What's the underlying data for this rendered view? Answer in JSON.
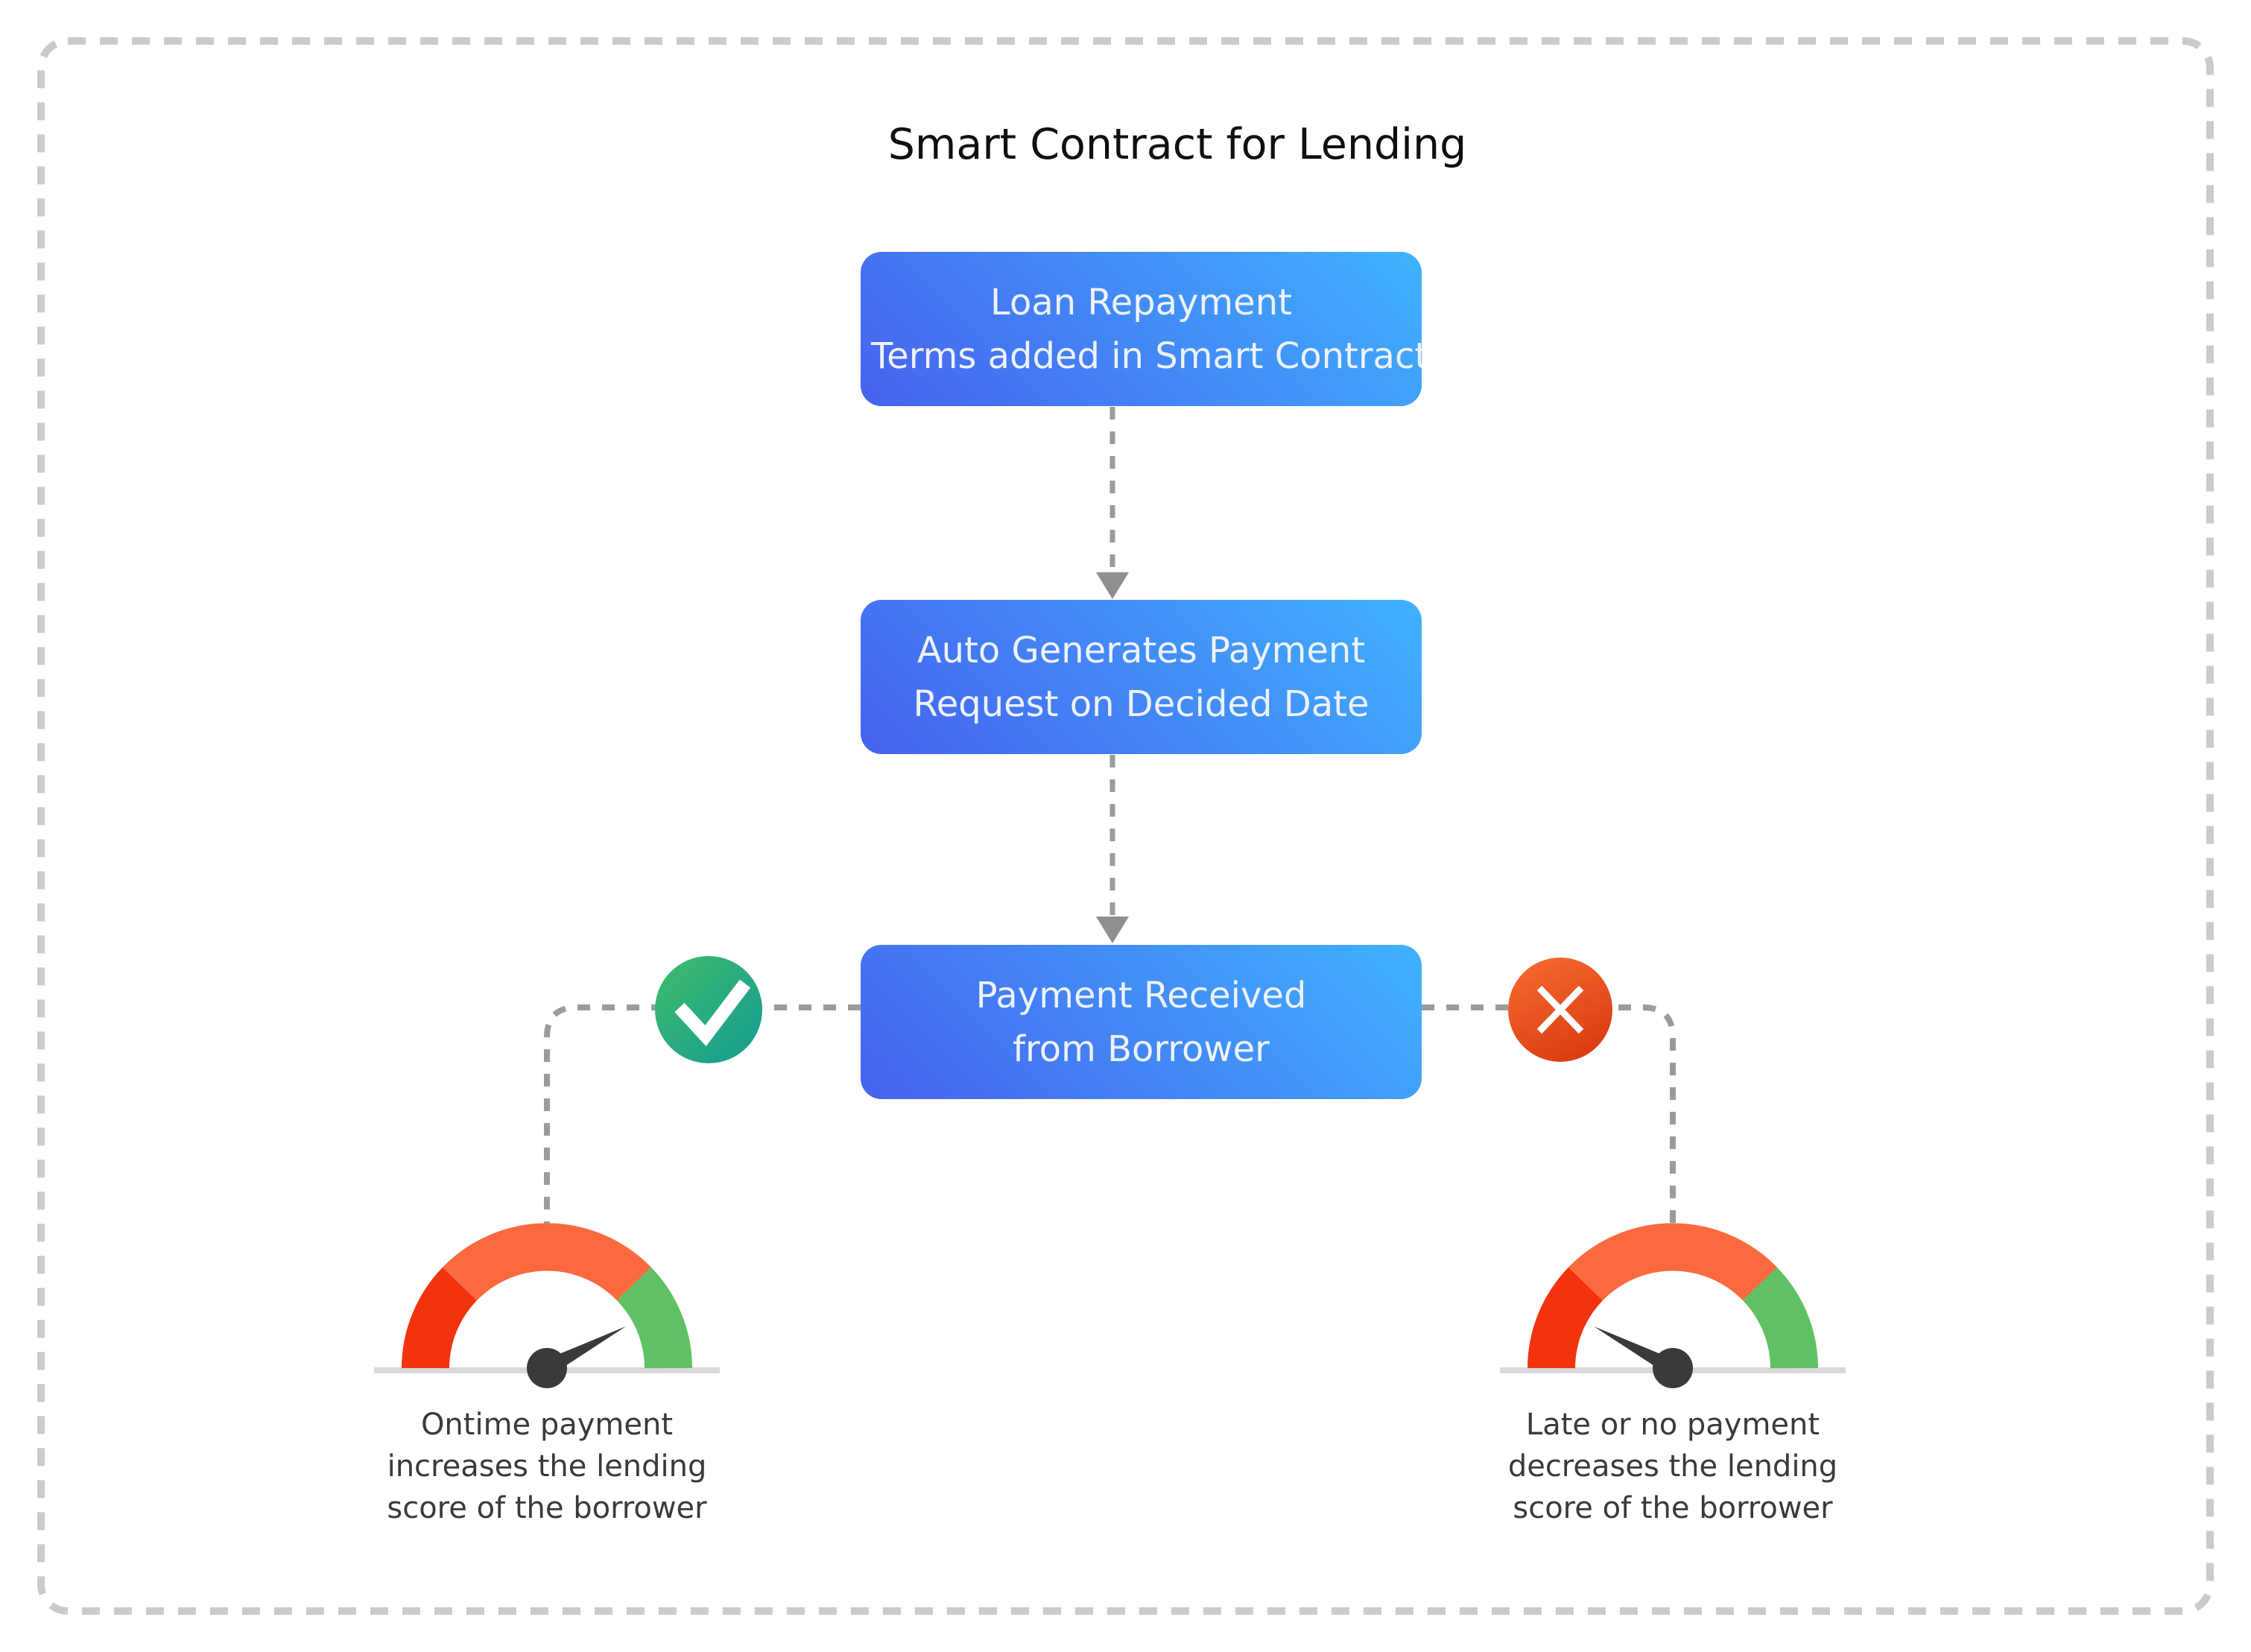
{
  "title": "Smart Contract for Lending",
  "flowchart": {
    "node1": {
      "line1": "Loan Repayment",
      "line2": "Terms added in Smart Contract"
    },
    "node2": {
      "line1": "Auto Generates Payment",
      "line2": "Request on Decided Date"
    },
    "node3": {
      "line1": "Payment Received",
      "line2": "from Borrower"
    }
  },
  "branches": {
    "success": {
      "icon": "checkmark-circle",
      "gauge": {
        "segments": [
          "red",
          "orange",
          "green"
        ],
        "needle_points_to": "green"
      },
      "caption": [
        "Ontime payment",
        "increases the lending",
        "score of the borrower"
      ]
    },
    "failure": {
      "icon": "cross-circle",
      "gauge": {
        "segments": [
          "red",
          "orange",
          "green"
        ],
        "needle_points_to": "red"
      },
      "caption": [
        "Late or no payment",
        "decreases the lending",
        "score of the borrower"
      ]
    }
  },
  "colors": {
    "node_gradient_start": "#4762ef",
    "node_gradient_end": "#3fb2fd",
    "node_text": "#eef2f8",
    "check_gradient_start": "#3fbd69",
    "check_gradient_end": "#149b94",
    "cross_gradient_start": "#f4692f",
    "cross_gradient_end": "#da3a10",
    "gauge_red": "#f2330e",
    "gauge_orange": "#fa6a3e",
    "gauge_green": "#5fc163",
    "needle": "#3a3a3a",
    "gauge_baseline": "#d9d9d9",
    "connector": "#9b9b9b",
    "border_dash": "#cbcbcb",
    "title_text": "#0f0f0f",
    "caption_text": "#3a3a3a"
  }
}
